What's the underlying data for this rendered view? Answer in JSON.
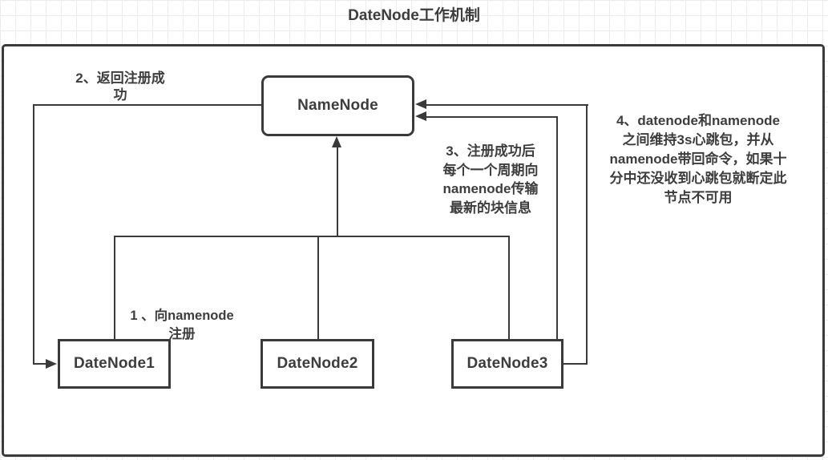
{
  "title": "DateNode工作机制",
  "diagram": {
    "nodes": {
      "namenode": {
        "label": "NameNode"
      },
      "datenode1": {
        "label": "DateNode1"
      },
      "datenode2": {
        "label": "DateNode2"
      },
      "datenode3": {
        "label": "DateNode3"
      }
    },
    "annotations": {
      "step1": "1 、向namenode\n注册",
      "step2": "2、返回注册成\n功",
      "step3": "3、注册成功后\n每个一个周期向\nnamenode传输\n最新的块信息",
      "step4": "4、datenode和namenode\n之间维持3s心跳包，并从\nnamenode带回命令，如果十\n分中还没收到心跳包就断定此\n节点不可用"
    },
    "colors": {
      "stroke": "#3a3a3a",
      "text": "#3d3d3d",
      "grid": "#ececec",
      "background": "#ffffff"
    }
  }
}
